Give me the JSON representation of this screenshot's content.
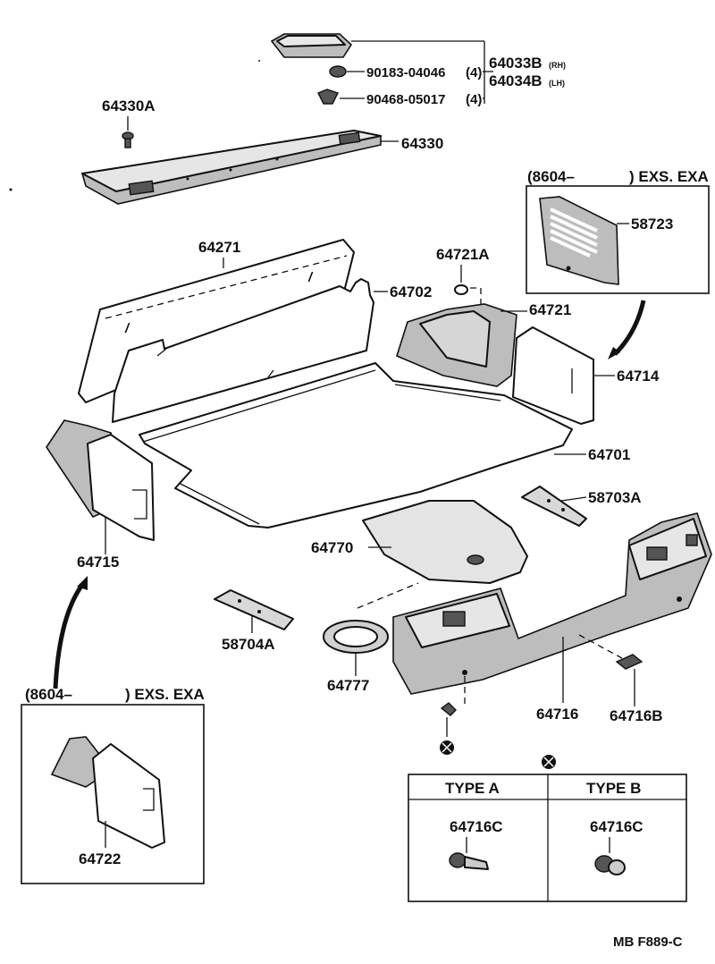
{
  "labels": {
    "p64033B": "64033B",
    "rh": "(RH)",
    "p64034B": "64034B",
    "lh": "(LH)",
    "p90183": "90183-04046",
    "q90183": "(4)",
    "p90468": "90468-05017",
    "q90468": "(4)",
    "p64330A": "64330A",
    "p64330": "64330",
    "p64271": "64271",
    "p64702": "64702",
    "p64721A": "64721A",
    "p64721": "64721",
    "p58723": "58723",
    "p64714": "64714",
    "p64701": "64701",
    "p64715": "64715",
    "p58703A": "58703A",
    "p64770": "64770",
    "p58704A": "58704A",
    "p64777": "64777",
    "p64716": "64716",
    "p64716B": "64716B",
    "p64722": "64722",
    "p64716C_a": "64716C",
    "p64716C_b": "64716C"
  },
  "insets": {
    "right_code": "(8604–",
    "right_note": ") EXS. EXA",
    "left_code": "(8604–",
    "left_note": ") EXS. EXA"
  },
  "type_table": {
    "type_a": "TYPE A",
    "type_b": "TYPE B"
  },
  "footer": {
    "code": "MB F889-C"
  }
}
